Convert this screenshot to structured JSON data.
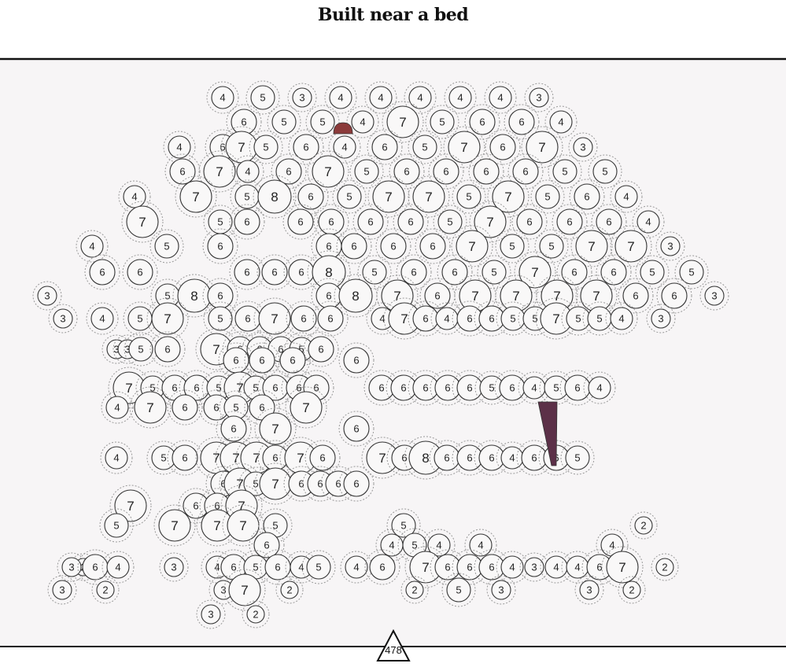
{
  "title": "Built near a bed",
  "footer_marker_value": "478",
  "colors": {
    "background": "#f7f5f6",
    "circle_fill": "#f9f8f8",
    "circle_stroke": "#333333",
    "halo_stroke": "#999999",
    "rule": "#111111",
    "red_marker": "#8b3a3a",
    "wedge_marker": "#5c3048"
  },
  "node_rows": [
    {
      "row": "r01",
      "labels": [
        "4",
        "5",
        "3",
        "4",
        "4",
        "4",
        "4",
        "4",
        "3"
      ]
    },
    {
      "row": "r02",
      "labels": [
        "6",
        "5",
        "5",
        "4",
        "7",
        "5",
        "6",
        "6",
        "4"
      ]
    },
    {
      "row": "r03",
      "labels": [
        "4",
        "6",
        "7",
        "5",
        "6",
        "4",
        "6",
        "5",
        "7",
        "6",
        "7",
        "3"
      ]
    },
    {
      "row": "r04",
      "labels": [
        "6",
        "7",
        "4",
        "6",
        "7",
        "5",
        "6",
        "6",
        "6",
        "6",
        "5",
        "5"
      ]
    },
    {
      "row": "r05",
      "labels": [
        "4",
        "7",
        "5",
        "8",
        "6",
        "5",
        "7",
        "7",
        "5",
        "7",
        "5",
        "6",
        "4"
      ]
    },
    {
      "row": "r06",
      "labels": [
        "7",
        "5",
        "6",
        "6",
        "6",
        "6",
        "6",
        "5",
        "7",
        "6",
        "6",
        "6",
        "4"
      ]
    },
    {
      "row": "r07",
      "labels": [
        "4",
        "5",
        "6",
        "6",
        "6",
        "6",
        "6",
        "7",
        "5",
        "5",
        "7",
        "7",
        "3"
      ]
    },
    {
      "row": "r08",
      "labels": [
        "6",
        "6",
        "6",
        "6",
        "6",
        "8",
        "5",
        "6",
        "6",
        "5",
        "7",
        "6",
        "6",
        "5",
        "5"
      ]
    },
    {
      "row": "r09",
      "labels": [
        "3",
        "5",
        "8",
        "6",
        "6",
        "8",
        "7",
        "6",
        "7",
        "7",
        "7",
        "7",
        "6",
        "6",
        "3"
      ]
    },
    {
      "row": "r10",
      "labels": [
        "3",
        "4",
        "5",
        "7",
        "5",
        "6",
        "7",
        "6",
        "6",
        "4",
        "7",
        "6",
        "4",
        "6",
        "6",
        "5",
        "5",
        "7",
        "5",
        "5",
        "4",
        "3"
      ]
    },
    {
      "row": "r11",
      "labels": [
        "3",
        "3",
        "5",
        "6",
        "7",
        "6",
        "6",
        "6",
        "5",
        "6"
      ]
    },
    {
      "row": "r12",
      "labels": [
        "6",
        "6",
        "6",
        "6"
      ]
    },
    {
      "row": "r13",
      "labels": [
        "7",
        "5",
        "6",
        "6",
        "5",
        "7",
        "5",
        "6",
        "6",
        "6",
        "6",
        "6",
        "6",
        "6",
        "6",
        "5",
        "6",
        "4",
        "5",
        "6",
        "4"
      ]
    },
    {
      "row": "r14",
      "labels": [
        "4",
        "7",
        "6",
        "6",
        "5",
        "6",
        "7"
      ]
    },
    {
      "row": "r15",
      "labels": [
        "6",
        "7",
        "6"
      ]
    },
    {
      "row": "r16",
      "labels": [
        "4",
        "5",
        "6",
        "7",
        "7",
        "7",
        "6",
        "7",
        "6",
        "7",
        "6",
        "8",
        "6",
        "6",
        "6",
        "4",
        "6",
        "6",
        "5"
      ]
    },
    {
      "row": "r17",
      "labels": [
        "6",
        "7",
        "5",
        "7",
        "6",
        "6",
        "6",
        "6"
      ]
    },
    {
      "row": "r18",
      "labels": [
        "7",
        "6",
        "6",
        "7"
      ]
    },
    {
      "row": "r19",
      "labels": [
        "5",
        "7",
        "7",
        "7",
        "5",
        "5",
        "2"
      ]
    },
    {
      "row": "r20",
      "labels": [
        "6",
        "4",
        "5",
        "4",
        "4",
        "4"
      ]
    },
    {
      "row": "r21",
      "labels": [
        "2",
        "3",
        "6",
        "4",
        "3",
        "4",
        "6",
        "5",
        "6",
        "4",
        "5",
        "4",
        "6",
        "7",
        "6",
        "6",
        "6",
        "4",
        "3",
        "4",
        "4",
        "6",
        "7",
        "2"
      ]
    },
    {
      "row": "r22",
      "labels": [
        "3",
        "2",
        "3",
        "7",
        "2",
        "2",
        "5",
        "3",
        "3",
        "2"
      ]
    },
    {
      "row": "r23",
      "labels": [
        "3",
        "2"
      ]
    }
  ]
}
